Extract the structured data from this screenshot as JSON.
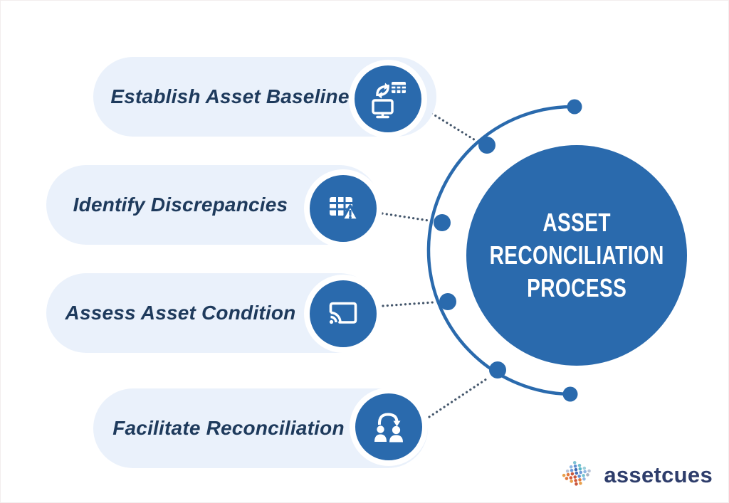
{
  "center": {
    "title_lines": [
      "ASSET",
      "RECONCILIATION",
      "PROCESS"
    ],
    "circle_color": "#2a6aad",
    "text_color": "#ffffff"
  },
  "steps": [
    {
      "label": "Establish Asset Baseline",
      "icon": "sync-devices-icon"
    },
    {
      "label": "Identify Discrepancies",
      "icon": "table-warning-icon"
    },
    {
      "label": "Assess Asset Condition",
      "icon": "cast-screen-icon"
    },
    {
      "label": "Facilitate Reconciliation",
      "icon": "people-handover-icon"
    }
  ],
  "logo": {
    "text": "assetcues"
  },
  "colors": {
    "accent_blue": "#2a6aad",
    "pill_background": "#eaf1fb",
    "pill_text": "#1e3a5c",
    "connector_dots": "#44566b",
    "logo_text": "#2e3d6b",
    "background": "#ffffff"
  }
}
